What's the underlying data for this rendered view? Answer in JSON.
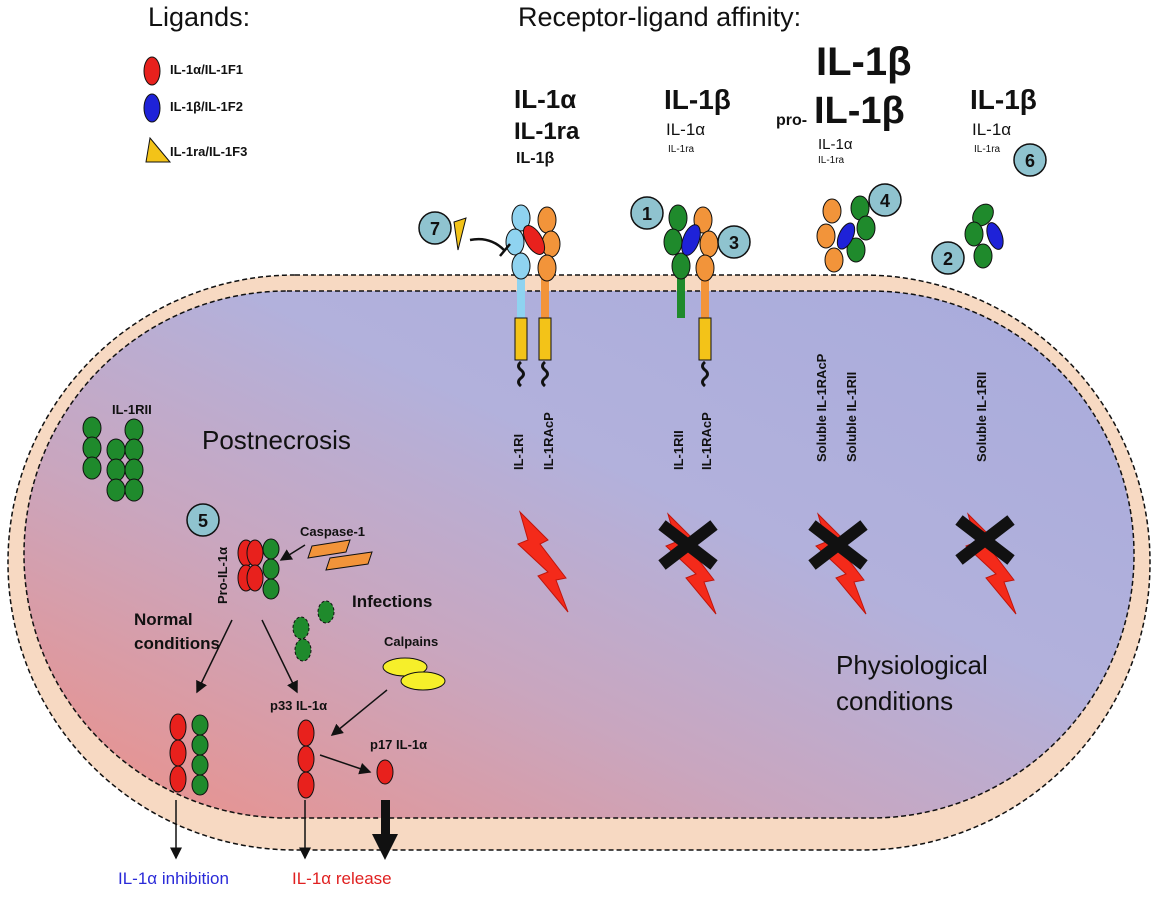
{
  "legend": {
    "title": "Ligands:",
    "items": [
      {
        "label": "IL-1α/IL-1F1",
        "color": "#e8211d",
        "shape": "ellipse"
      },
      {
        "label": "IL-1β/IL-1F2",
        "color": "#1e22d8",
        "shape": "ellipse"
      },
      {
        "label": "IL-1ra/IL-1F3",
        "color": "#f3c318",
        "shape": "triangle"
      }
    ]
  },
  "affinity": {
    "title": "Receptor-ligand affinity:",
    "groups": [
      {
        "lines": [
          "IL-1α",
          "IL-1ra",
          "IL-1β"
        ]
      },
      {
        "lines": [
          "IL-1β",
          "IL-1α",
          "IL-1ra"
        ]
      },
      {
        "lines": [
          "IL-1β",
          "pro-",
          "IL-1β",
          "IL-1α",
          "IL-1ra"
        ]
      },
      {
        "lines": [
          "IL-1β",
          "IL-1α",
          "IL-1ra"
        ]
      }
    ]
  },
  "badges": [
    "1",
    "2",
    "3",
    "4",
    "5",
    "6",
    "7"
  ],
  "receptors": {
    "pair1": [
      "IL-1RI",
      "IL-1RAcP"
    ],
    "pair2": [
      "IL-1RII",
      "IL-1RAcP"
    ],
    "pair3": [
      "Soluble IL-1RAcP",
      "Soluble IL-1RII"
    ],
    "pair4": [
      "Soluble IL-1RII"
    ]
  },
  "cell": {
    "il1rii_label": "IL-1RII",
    "postnecrosis": "Postnecrosis",
    "caspase": "Caspase-1",
    "pro_il1a": "Pro-IL-1α",
    "infections": "Infections",
    "calpains": "Calpains",
    "normal_line1": "Normal",
    "normal_line2": "conditions",
    "p33": "p33 IL-1α",
    "p17": "p17 IL-1α",
    "physio_line1": "Physiological",
    "physio_line2": "conditions"
  },
  "outcomes": {
    "inhibition": "IL-1α inhibition",
    "release": "IL-1α release",
    "inhibition_color": "#2a2ad8",
    "release_color": "#e02020"
  },
  "colors": {
    "membrane": "#f7d9c2",
    "badge": "#8fc3cf",
    "receptor_blue": "#8fd3f0",
    "receptor_orange": "#f2943a",
    "receptor_green": "#1f8a2c",
    "tm_yellow": "#f3c318",
    "lightning": "#f42a1a"
  }
}
